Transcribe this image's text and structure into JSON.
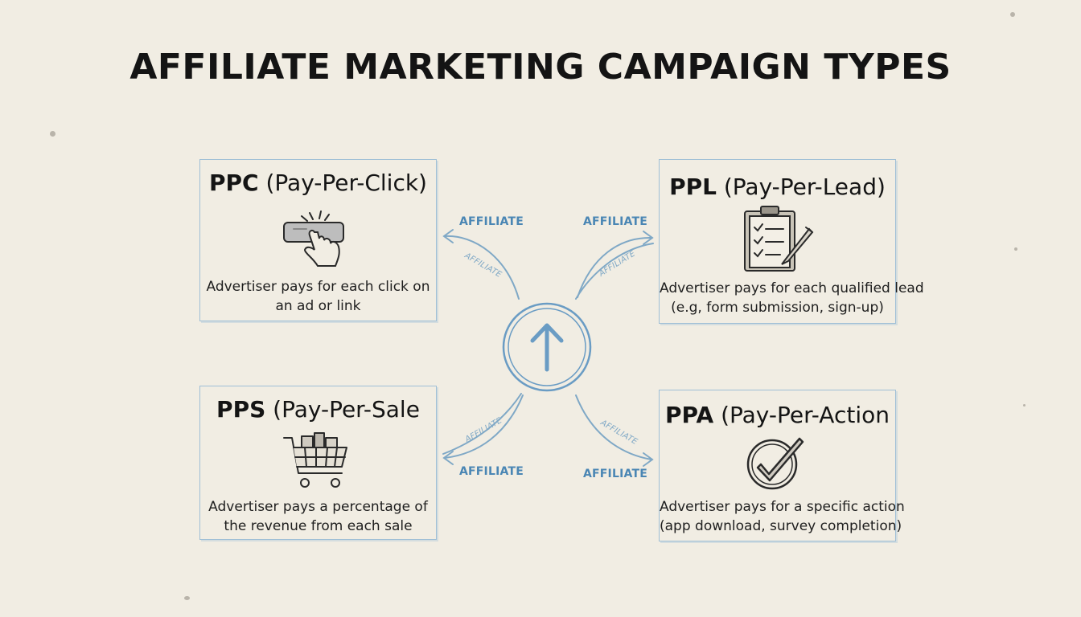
{
  "title": "AFFILIATE MARKETING CAMPAIGN TYPES",
  "colors": {
    "background": "#f1ede3",
    "accent": "#4a86b4",
    "card_border": "#9fbfd6",
    "text": "#141414"
  },
  "center": {
    "icon": "up-arrow-circle-icon"
  },
  "cards": [
    {
      "abbr": "PPC",
      "name": "(Pay-Per-Click)",
      "icon": "click-button-icon",
      "desc": [
        "Advertiser pays for each click on",
        "an ad or link"
      ]
    },
    {
      "abbr": "PPL",
      "name": "(Pay-Per-Lead)",
      "icon": "clipboard-icon",
      "desc": [
        "Advertiser pays for each qualified lead",
        "(e.g, form submission, sign-up)"
      ]
    },
    {
      "abbr": "PPS",
      "name": "(Pay-Per-Sale",
      "icon": "shopping-cart-icon",
      "desc": [
        "Advertiser pays a percentage of",
        "the revenue from each sale"
      ]
    },
    {
      "abbr": "PPA",
      "name": "(Pay-Per-Action",
      "icon": "checkmark-circle-icon",
      "desc": [
        "Advertiser pays for a specific action",
        "(app download, survey completion)"
      ]
    }
  ],
  "connector_labels": {
    "top_left": "AFFILIATE",
    "top_left_small": "AFFILIATE",
    "top_right": "AFFILIATE",
    "top_right_small": "AFFILIATE",
    "bottom_left": "AFFILIATE",
    "bottom_left_small": "AFFILIATE",
    "bottom_right": "AFFILIATE",
    "bottom_right_small": "AFFILIATE"
  }
}
